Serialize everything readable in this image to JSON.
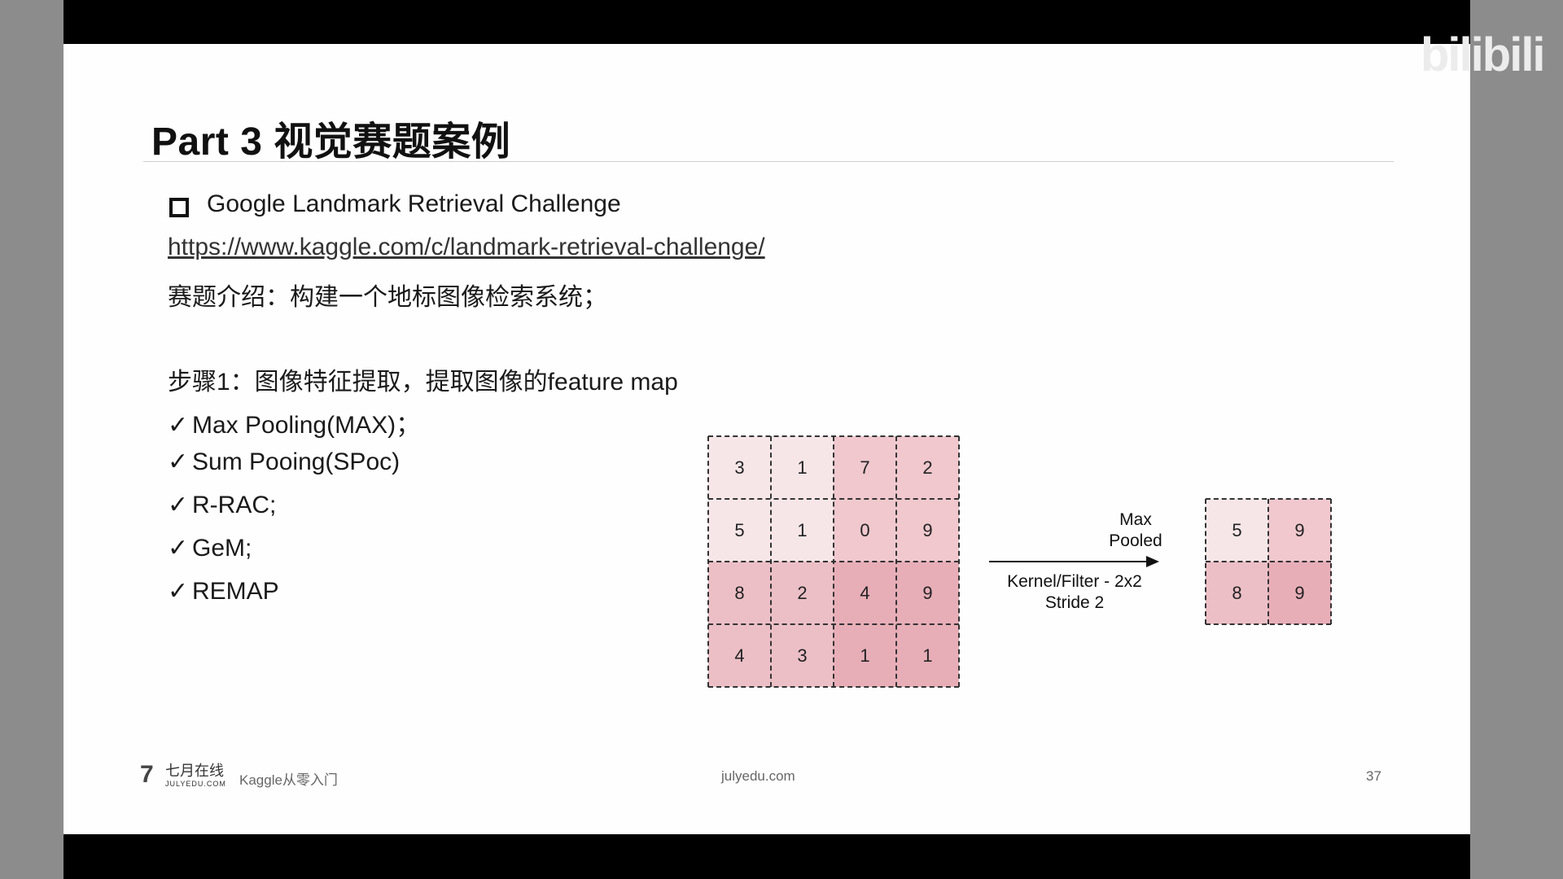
{
  "slide": {
    "title": "Part 3 视觉赛题案例",
    "heading": "Google Landmark Retrieval Challenge",
    "link": "https://www.kaggle.com/c/landmark-retrieval-challenge/",
    "intro": "赛题介绍：构建一个地标图像检索系统；",
    "step": "步骤1：图像特征提取，提取图像的feature map",
    "methods": [
      "Max Pooling(MAX)；",
      "Sum Pooing(SPoc)",
      "R-RAC;",
      "GeM;",
      "REMAP"
    ],
    "check_symbol": "✓"
  },
  "diagram": {
    "input_grid": [
      [
        "3",
        "1",
        "7",
        "2"
      ],
      [
        "5",
        "1",
        "0",
        "9"
      ],
      [
        "8",
        "2",
        "4",
        "9"
      ],
      [
        "4",
        "3",
        "1",
        "1"
      ]
    ],
    "output_grid": [
      [
        "5",
        "9"
      ],
      [
        "8",
        "9"
      ]
    ],
    "arrow_top_line1": "Max",
    "arrow_top_line2": "Pooled",
    "arrow_bottom_line1": "Kernel/Filter - 2x2",
    "arrow_bottom_line2": "Stride 2",
    "colors": {
      "quad_top_left": "#f7e6e8",
      "quad_top_right": "#f0c8ce",
      "quad_bottom_left": "#ecbfc6",
      "quad_bottom_right": "#e8aeb8"
    }
  },
  "footer": {
    "logo_glyph": "7",
    "logo_cn": "七月在线",
    "logo_en": "JULYEDU.COM",
    "course": "Kaggle从零入门",
    "site": "julyedu.com",
    "page": "37"
  },
  "watermark": "bilibili"
}
